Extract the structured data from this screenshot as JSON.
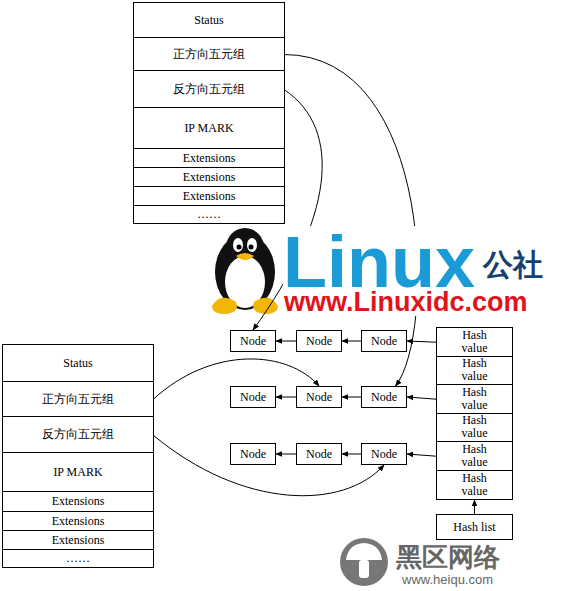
{
  "diagram": {
    "nodes": [
      {
        "text": []
      },
      {
        "text": [
          "Status"
        ],
        "in": 0
      },
      {
        "text": [
          "正方向五元组"
        ],
        "in": 0
      },
      {
        "text": [
          "反方向五元组"
        ],
        "in": 0
      },
      {
        "text": [
          "IP MARK"
        ],
        "in": 0
      },
      {
        "text": [
          "Extensions"
        ],
        "in": 0
      },
      {
        "text": [
          "Extensions"
        ],
        "in": 0
      },
      {
        "text": [
          "Extensions"
        ],
        "in": 0
      },
      {
        "text": [
          "……"
        ],
        "in": 0
      },
      {
        "text": []
      },
      {
        "text": [
          "Status"
        ],
        "in": 9
      },
      {
        "text": [
          "正方向五元组"
        ],
        "in": 9
      },
      {
        "text": [
          "反方向五元组"
        ],
        "in": 9
      },
      {
        "text": [
          "IP MARK"
        ],
        "in": 9
      },
      {
        "text": [
          "Extensions"
        ],
        "in": 9
      },
      {
        "text": [
          "Extensions"
        ],
        "in": 9
      },
      {
        "text": [
          "Extensions"
        ],
        "in": 9
      },
      {
        "text": [
          "……"
        ],
        "in": 9
      },
      {
        "text": [
          "Node"
        ]
      },
      {
        "text": [
          "Node"
        ]
      },
      {
        "text": [
          "Node"
        ]
      },
      {
        "text": [
          "Node"
        ]
      },
      {
        "text": [
          "Node"
        ]
      },
      {
        "text": [
          "Node"
        ]
      },
      {
        "text": [
          "Node"
        ]
      },
      {
        "text": [
          "Node"
        ]
      },
      {
        "text": [
          "Node"
        ]
      },
      {
        "text": []
      },
      {
        "text": [
          "Hash value"
        ],
        "in": 27
      },
      {
        "text": [
          "Hash value"
        ],
        "in": 27
      },
      {
        "text": [
          "Hash value"
        ],
        "in": 27
      },
      {
        "text": [
          "Hash value"
        ],
        "in": 27
      },
      {
        "text": [
          "Hash value"
        ],
        "in": 27
      },
      {
        "text": [
          "Hash value"
        ],
        "in": 27
      },
      {
        "text": [
          "Hash list"
        ]
      }
    ],
    "edges": [
      {
        "from": 2,
        "to": 23,
        "arrow": "to"
      },
      {
        "from": 3,
        "to": 18,
        "arrow": "to"
      },
      {
        "from": 11,
        "to": 22,
        "arrow": "to"
      },
      {
        "from": 12,
        "to": 26,
        "arrow": "to"
      },
      {
        "from": 20,
        "to": 19,
        "arrow": "to"
      },
      {
        "from": 19,
        "to": 18,
        "arrow": "to"
      },
      {
        "from": 23,
        "to": 22,
        "arrow": "to"
      },
      {
        "from": 22,
        "to": 21,
        "arrow": "to"
      },
      {
        "from": 26,
        "to": 25,
        "arrow": "to"
      },
      {
        "from": 25,
        "to": 24,
        "arrow": "to"
      },
      {
        "from": 28,
        "to": 20,
        "arrow": "to"
      },
      {
        "from": 30,
        "to": 23,
        "arrow": "to"
      },
      {
        "from": 32,
        "to": 26,
        "arrow": "to"
      },
      {
        "from": 34,
        "to": 27,
        "arrow": "to"
      }
    ],
    "labels": [
      "Linux",
      "公社",
      "www.Linuxidc.com",
      "黑区网络",
      "www.heiqu.com"
    ]
  }
}
